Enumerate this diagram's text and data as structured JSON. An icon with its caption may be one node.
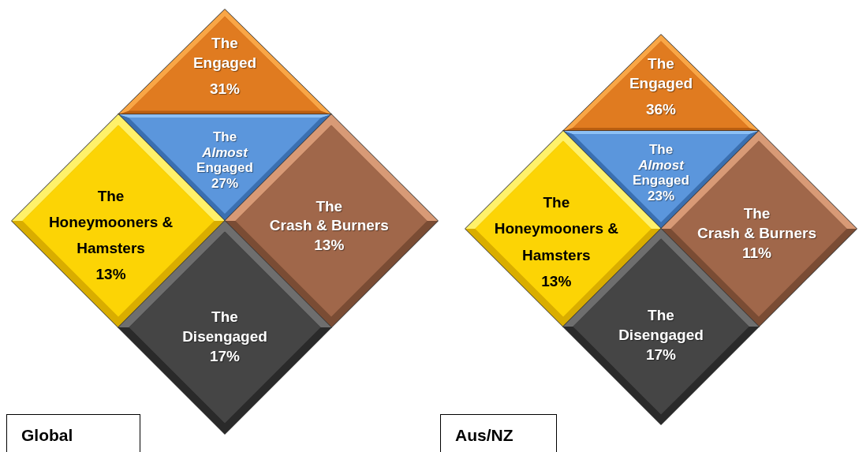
{
  "diagram": {
    "nodes": [
      {
        "text": [
          "The Engaged",
          "31%"
        ]
      },
      {
        "text": [
          "The *Almost* Engaged",
          "27%"
        ]
      },
      {
        "text": [
          "The Honeymooners & Hamsters",
          "13%"
        ]
      },
      {
        "text": [
          "The Crash & Burners",
          "13%"
        ]
      },
      {
        "text": [
          "The Disengaged",
          "17%"
        ]
      },
      {
        "text": [
          "Global"
        ]
      },
      {
        "text": [
          "The Engaged",
          "36%"
        ]
      },
      {
        "text": [
          "The *Almost* Engaged",
          "23%"
        ]
      },
      {
        "text": [
          "The Honeymooners & Hamsters",
          "13%"
        ]
      },
      {
        "text": [
          "The Crash & Burners",
          "11%"
        ]
      },
      {
        "text": [
          "The Disengaged",
          "17%"
        ]
      },
      {
        "text": [
          "Aus/NZ"
        ]
      }
    ]
  }
}
